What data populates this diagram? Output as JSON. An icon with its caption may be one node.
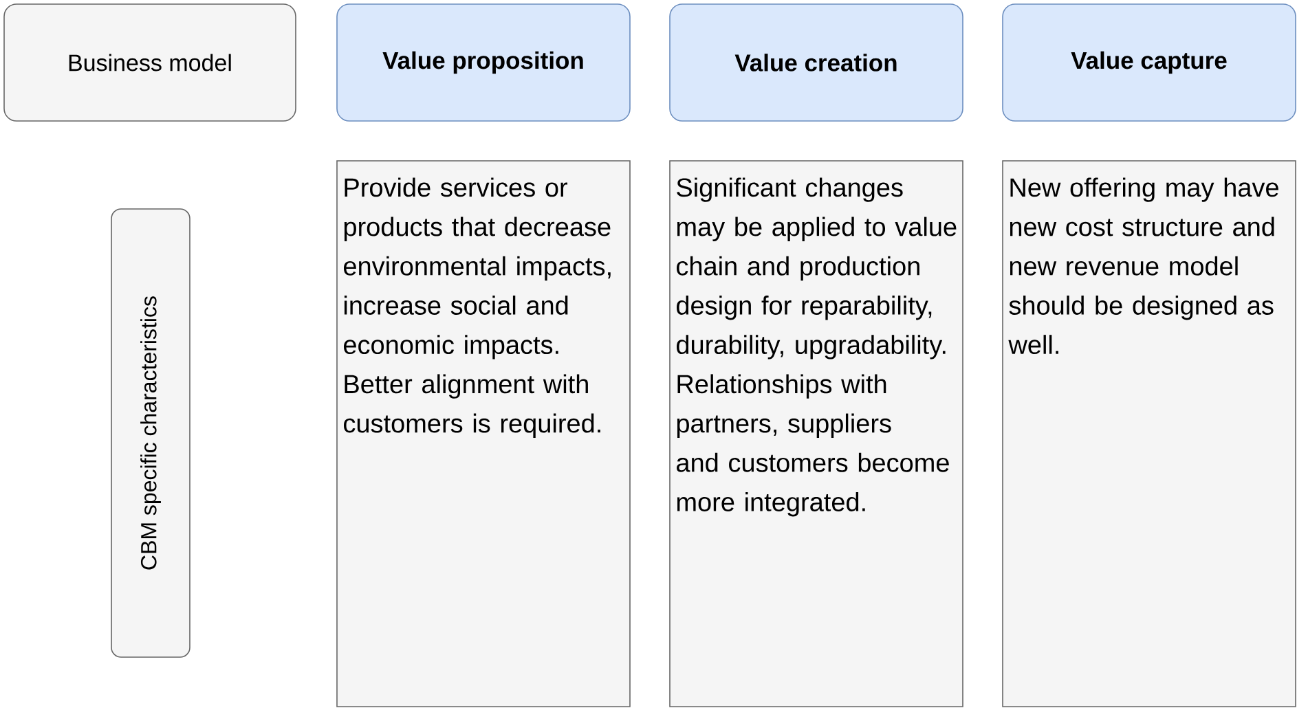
{
  "diagram": {
    "nodes": [
      {
        "text": [
          "Business model"
        ]
      },
      {
        "text": [
          "Value proposition"
        ]
      },
      {
        "text": [
          "Value creation"
        ]
      },
      {
        "text": [
          "Value capture"
        ]
      },
      {
        "text": [
          "CBM specific characteristics"
        ]
      },
      {
        "text": [
          "Provide services or products that decrease environmental impacts, increase social and economic impacts. Better alignment with customers is required."
        ]
      },
      {
        "text": [
          "Significant changes may be applied to value chain and production design for reparability, durability, upgradability. Relationships with partners, suppliers and customers become more integrated."
        ]
      },
      {
        "text": [
          "New offering may have new cost structure and new revenue model should be designed as well."
        ]
      }
    ]
  }
}
